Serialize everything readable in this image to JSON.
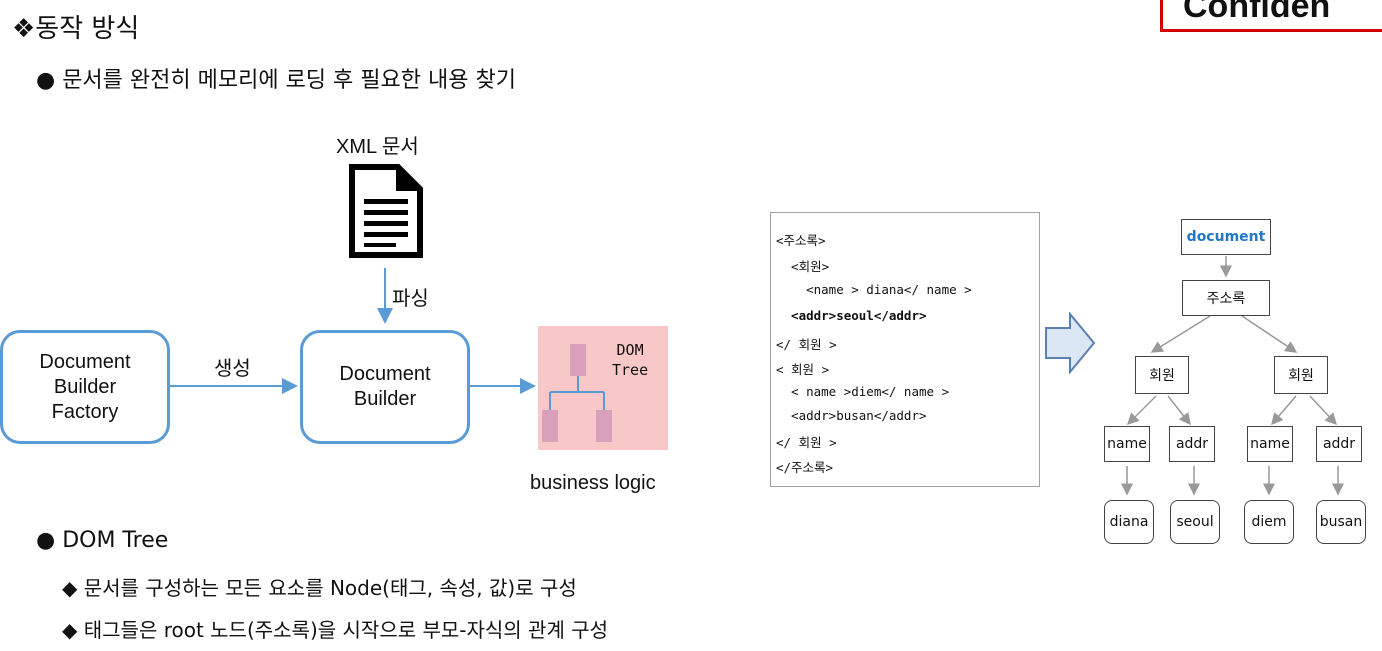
{
  "title": "❖동작 방식",
  "watermark": "Confiden",
  "bullet1": "● 문서를 완전히 메모리에 로딩 후 필요한 내용 찾기",
  "diagram": {
    "xml_label": "XML 문서",
    "parse_label": "파싱",
    "create_label": "생성",
    "factory_label": "Document\nBuilder\nFactory",
    "builder_label": "Document\nBuilder",
    "dom_label": "DOM\nTree",
    "business_label": "business logic"
  },
  "code_lines": [
    "<주소록>",
    "  <회원>",
    "    <name > diana</ name >",
    "  <addr>seoul</addr>",
    "</ 회원 >",
    "< 회원 >",
    "  < name >diem</ name >",
    "  <addr>busan</addr>",
    "</ 회원 >",
    "</주소록>"
  ],
  "tree": {
    "root": "document",
    "child": "주소록",
    "members": [
      "회원",
      "회원"
    ],
    "fields": [
      "name",
      "addr",
      "name",
      "addr"
    ],
    "values": [
      "diana",
      "seoul",
      "diem",
      "busan"
    ]
  },
  "bullet2": "● DOM Tree",
  "sub1": "◆ 문서를 구성하는 모든 요소를 Node(태그, 속성, 값)로 구성",
  "sub2": "◆ 태그들은 root 노드(주소록)을 시작으로 부모-자식의 관계 구성",
  "colors": {
    "box_border": "#5b9bd5",
    "dom_bg": "#f8c8c8",
    "document_text": "#1f77c8",
    "watermark_border": "#d40000"
  }
}
